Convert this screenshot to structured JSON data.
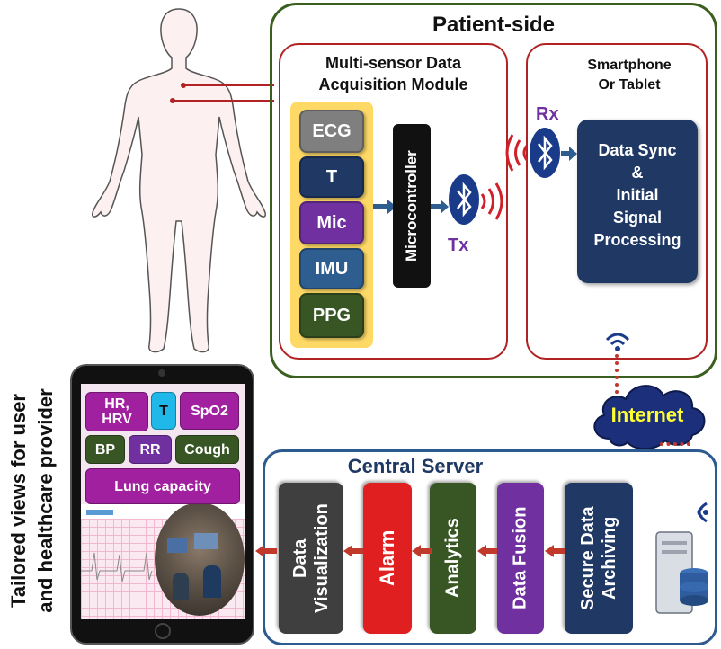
{
  "patient_side": {
    "title": "Patient-side"
  },
  "acquisition": {
    "title_line1": "Multi-sensor Data",
    "title_line2": "Acquisition Module"
  },
  "sensors": [
    {
      "label": "ECG",
      "color": "#7f7f7f"
    },
    {
      "label": "T",
      "color": "#1f3864"
    },
    {
      "label": "Mic",
      "color": "#7030a0"
    },
    {
      "label": "IMU",
      "color": "#2e5d8f"
    },
    {
      "label": "PPG",
      "color": "#375623"
    }
  ],
  "microcontroller": {
    "label": "Microcontroller"
  },
  "tx": {
    "label": "Tx"
  },
  "rx": {
    "label": "Rx"
  },
  "smartphone": {
    "title_line1": "Smartphone",
    "title_line2": "Or Tablet"
  },
  "data_sync": {
    "line1": "Data Sync",
    "line2": "&",
    "line3": "Initial",
    "line4": "Signal",
    "line5": "Processing"
  },
  "internet": {
    "label": "Internet"
  },
  "central_server": {
    "title": "Central Server",
    "blocks": [
      {
        "label": "Secure Data Archiving",
        "color": "#1f3864"
      },
      {
        "label": "Data Fusion",
        "color": "#7030a0"
      },
      {
        "label": "Analytics",
        "color": "#375623"
      },
      {
        "label": "Alarm",
        "color": "#e02020"
      },
      {
        "label": "Data Visualization",
        "color": "#3f3f3f"
      }
    ]
  },
  "tablet_tiles": {
    "hr": "HR, HRV",
    "t": "T",
    "spo2": "SpO2",
    "bp": "BP",
    "rr": "RR",
    "cough": "Cough",
    "lung": "Lung capacity"
  },
  "side_caption": {
    "line1": "Tailored views for user",
    "line2": "and healthcare provider"
  },
  "colors": {
    "outer_border": "#3a5f1f",
    "red_border": "#b22222",
    "server_border": "#2d5a8f",
    "bluetooth": "#1a3a8a",
    "signal": "#d0202a"
  }
}
